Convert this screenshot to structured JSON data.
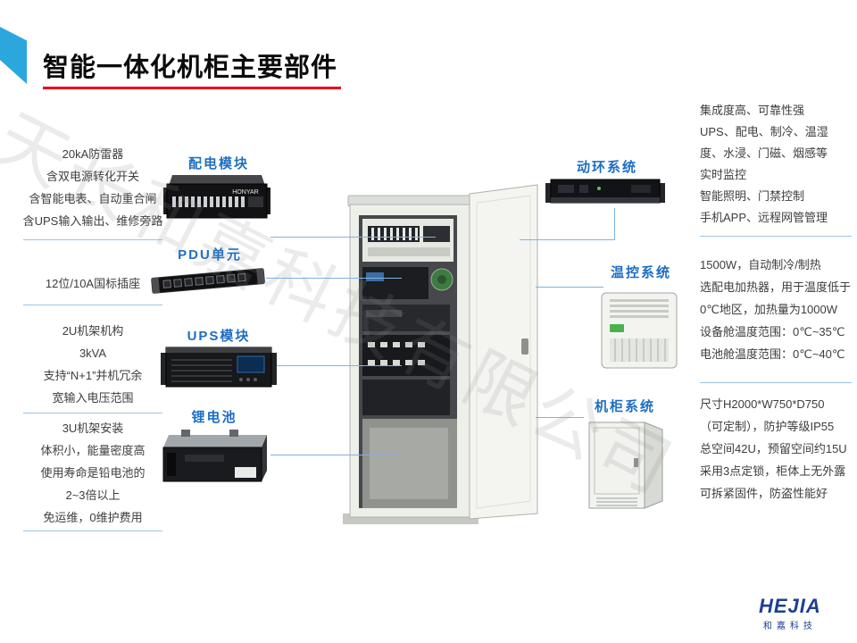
{
  "title": {
    "text": "智能一体化机柜主要部件"
  },
  "watermark": {
    "text": "天长和嘉科技有限公司"
  },
  "left_notes": [
    {
      "lines": [
        "20kA防雷器",
        "含双电源转化开关",
        "含智能电表、自动重合闸",
        "含UPS输入输出、维修旁路"
      ]
    },
    {
      "lines": [
        "12位/10A国标插座"
      ]
    },
    {
      "lines": [
        "2U机架机构",
        "3kVA",
        "支持“N+1”并机冗余",
        "宽输入电压范围"
      ]
    },
    {
      "lines": [
        "3U机架安装",
        "体积小，能量密度高",
        "使用寿命是铅电池的",
        "2~3倍以上",
        "免运维，0维护费用"
      ]
    }
  ],
  "components": {
    "peidian": {
      "label": "配电模块",
      "brand": "HONYAR"
    },
    "pdu": {
      "label": "PDU单元"
    },
    "ups": {
      "label": "UPS模块"
    },
    "battery": {
      "label": "锂电池"
    },
    "donghuan": {
      "label": "动环系统"
    },
    "wenkong": {
      "label": "温控系统"
    },
    "jigui": {
      "label": "机柜系统"
    }
  },
  "right_notes": [
    {
      "lines": [
        "集成度高、可靠性强",
        "UPS、配电、制冷、温湿",
        "度、水浸、门磁、烟感等",
        "实时监控",
        "智能照明、门禁控制",
        "手机APP、远程网管管理"
      ]
    },
    {
      "lines": [
        "1500W，自动制冷/制热",
        "选配电加热器，用于温度低于",
        "0℃地区，加热量为1000W",
        "设备舱温度范围：0℃~35℃",
        "电池舱温度范围：0℃~40℃"
      ]
    },
    {
      "lines": [
        "尺寸H2000*W750*D750",
        "（可定制），防护等级IP55",
        "总空间42U，预留空间约15U",
        "采用3点定锁，柜体上无外露",
        "可拆紧固件，防盗性能好"
      ]
    }
  ],
  "logo": {
    "primary": "HEJIA",
    "secondary": "和嘉科技"
  },
  "colors": {
    "accent_red": "#E8001C",
    "label_blue": "#1E6EC4",
    "connector_blue": "#7FB2E5",
    "chevron_blue": "#2BA7DE"
  }
}
